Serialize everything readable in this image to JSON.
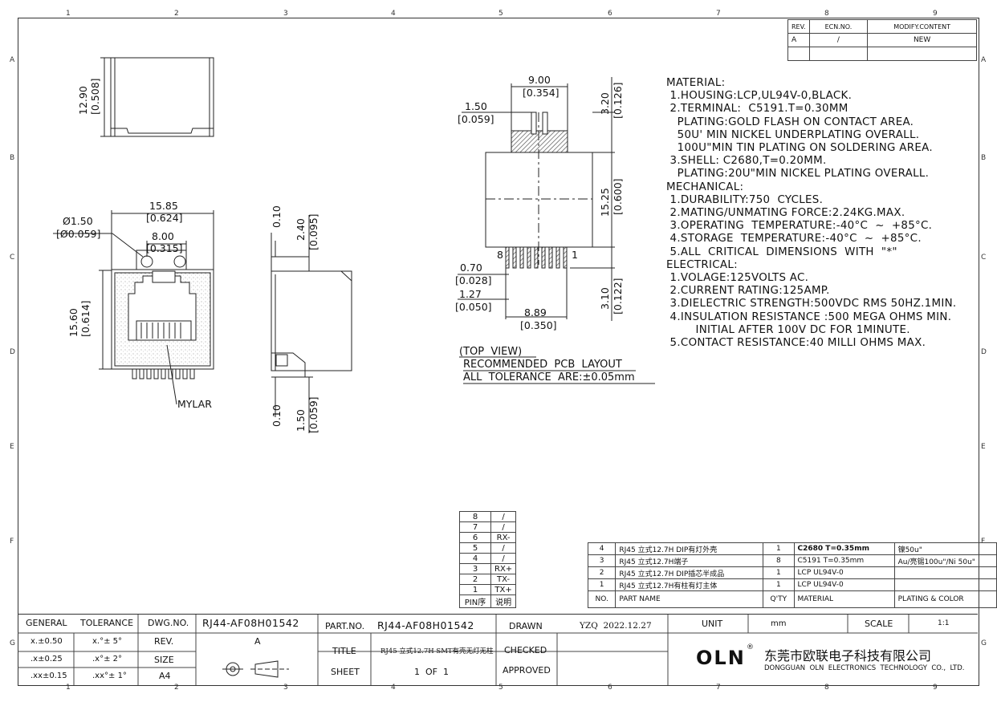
{
  "border": {
    "cols_top": [
      "1",
      "2",
      "3",
      "4",
      "5",
      "6",
      "7",
      "8",
      "9"
    ],
    "rows_left": [
      "A",
      "B",
      "C",
      "D",
      "E",
      "F",
      "G"
    ]
  },
  "revision": {
    "headers": [
      "REV.",
      "ECN.NO.",
      "MODIFY.CONTENT"
    ],
    "row": [
      "A",
      "/",
      "NEW"
    ]
  },
  "dims": {
    "d1290": "12.90",
    "d0508": "[0.508]",
    "d1585": "15.85",
    "d0624": "[0.624]",
    "dphi150": "Ø1.50",
    "dphi059": "[Ø0.059]",
    "d800": "8.00",
    "d0315": "[0.315]",
    "d1560": "15.60",
    "d0614": "[0.614]",
    "mylar": "MYLAR",
    "s010a": "0.10",
    "s240": "2.40",
    "s0095": "[0.095]",
    "s010b": "0.10",
    "s150": "1.50",
    "s0059": "[0.059]",
    "p900": "9.00",
    "p0354": "[0.354]",
    "p150": "1.50",
    "p0059": "[0.059]",
    "p320": "3.20",
    "p0126": "[0.126]",
    "p1525": "15.25",
    "p0600": "[0.600]",
    "p8": "8",
    "p1": "1",
    "p070": "0.70",
    "p0028": "[0.028]",
    "p127": "1.27",
    "p0050": "[0.050]",
    "p889": "8.89",
    "p0350": "[0.350]",
    "p310": "3.10",
    "p0122": "[0.122]"
  },
  "pcb_caption": {
    "line1": "(TOP  VIEW)",
    "line2": "RECOMMENDED  PCB  LAYOUT",
    "line3": "ALL  TOLERANCE  ARE:±0.05mm"
  },
  "notes": [
    "MATERIAL:",
    " 1.HOUSING:LCP,UL94V-0,BLACK.",
    " 2.TERMINAL:  C5191.T=0.30MM",
    "   PLATING:GOLD FLASH ON CONTACT AREA.",
    "   50U' MIN NICKEL UNDERPLATING OVERALL.",
    "   100U\"MIN TIN PLATING ON SOLDERING AREA.",
    " 3.SHELL: C2680,T=0.20MM.",
    "   PLATING:20U\"MIN NICKEL PLATING OVERALL.",
    "MECHANICAL:",
    " 1.DURABILITY:750  CYCLES.",
    " 2.MATING/UNMATING FORCE:2.24KG.MAX.",
    " 3.OPERATING  TEMPERATURE:-40°C  ~  +85°C.",
    " 4.STORAGE  TEMPERATURE:-40°C  ~  +85°C.",
    " 5.ALL  CRITICAL  DIMENSIONS  WITH  \"*\"",
    "ELECTRICAL:",
    " 1.VOLAGE:125VOLTS AC.",
    " 2.CURRENT RATING:125AMP.",
    " 3.DIELECTRIC STRENGTH:500VDC RMS 50HZ.1MIN.",
    " 4.INSULATION RESISTANCE :500 MEGA OHMS MIN.",
    "        INITIAL AFTER 100V DC FOR 1MINUTE.",
    " 5.CONTACT RESISTANCE:40 MILLI OHMS MAX."
  ],
  "pin_table": [
    [
      "8",
      "/"
    ],
    [
      "7",
      "/"
    ],
    [
      "6",
      "RX-"
    ],
    [
      "5",
      "/"
    ],
    [
      "4",
      "/"
    ],
    [
      "3",
      "RX+"
    ],
    [
      "2",
      "TX-"
    ],
    [
      "1",
      "TX+"
    ],
    [
      "PIN序",
      "说明"
    ]
  ],
  "bom": {
    "rows": [
      [
        "4",
        "RJ45 立式12.7H DIP有灯外壳",
        "1",
        "C2680 T=0.35mm",
        "镍50u\""
      ],
      [
        "3",
        "RJ45 立式12.7H端子",
        "8",
        "C5191  T=0.35mm",
        "Au/亮锡100u\"/Ni 50u\""
      ],
      [
        "2",
        "RJ45 立式12.7H DIP插芯半成品",
        "1",
        "LCP UL94V-0",
        ""
      ],
      [
        "1",
        "RJ45 立式12.7H有柱有灯主体",
        "1",
        "LCP  UL94V-0",
        ""
      ]
    ],
    "header": [
      "NO.",
      "PART NAME",
      "Q'TY",
      "MATERIAL",
      "PLATING & COLOR"
    ]
  },
  "title_block": {
    "general": "GENERAL",
    "tolerance": "TOLERANCE",
    "tol_rows": [
      [
        "x.±0.50",
        "x.°± 5°"
      ],
      [
        ".x±0.25",
        ".x°± 2°"
      ],
      [
        ".xx±0.15",
        ".xx°± 1°"
      ]
    ],
    "dwg_no_label": "DWG.NO.",
    "dwg_no": "RJ44-AF08H01542",
    "rev_label": "REV.",
    "rev": "A",
    "size_label": "SIZE",
    "size": "A4",
    "part_no_label": "PART.NO.",
    "part_no": "RJ44-AF08H01542",
    "title_label": "TITLE",
    "title": "RJ45 立式12.7H SMT有壳无灯无柱",
    "sheet_label": "SHEET",
    "sheet": "1  OF  1",
    "drawn_label": "DRAWN",
    "drawn": "YZQ  2022.12.27",
    "checked_label": "CHECKED",
    "approved_label": "APPROVED",
    "unit_label": "UNIT",
    "unit": "mm",
    "scale_label": "SCALE",
    "scale": "1:1",
    "logo": "OLN",
    "company_cn": "东莞市欧联电子科技有限公司",
    "company_en": "DONGGUAN  OLN  ELECTRONICS  TECHNOLOGY  CO.,  LTD."
  }
}
